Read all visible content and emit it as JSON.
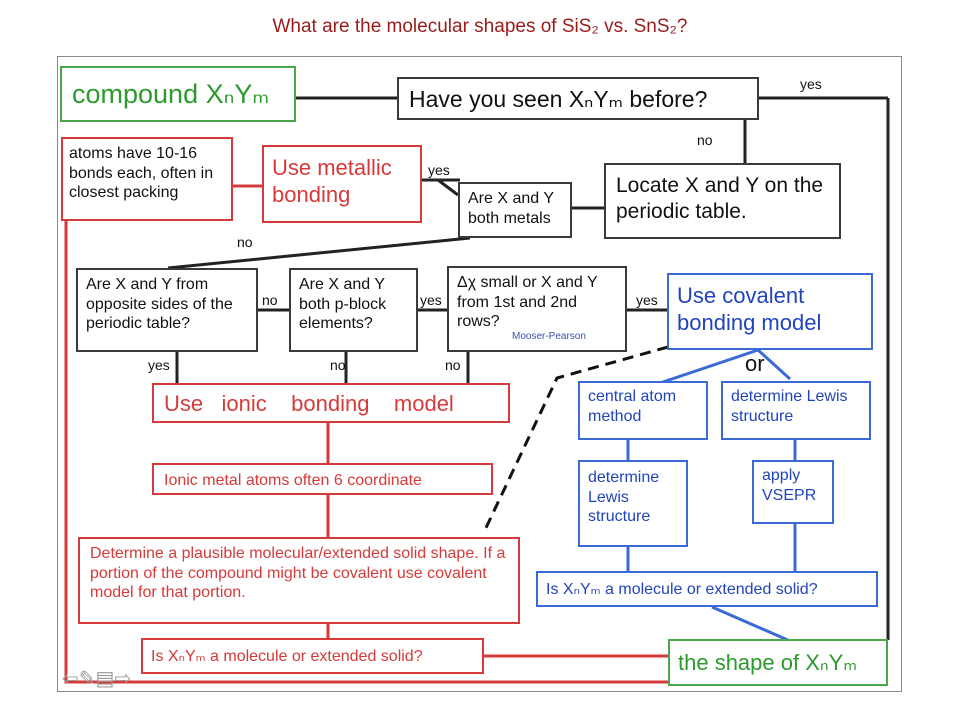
{
  "title": "What are the molecular shapes of SiS₂ vs. SnS₂?",
  "boxes": {
    "compound": "compound XₙYₘ",
    "seen_before": "Have you seen XₙYₘ before?",
    "atoms_bonds": "atoms have 10-16 bonds each, often in closest packing",
    "metallic": "Use metallic bonding",
    "both_metals": "Are X and Y both metals",
    "locate": "Locate X and Y on the periodic table.",
    "opposite_sides": "Are X and Y  from opposite sides of the periodic table?",
    "p_block": "Are X and Y both p-block elements?",
    "delta_chi": "Δχ small or X and Y from 1st and 2nd rows?",
    "covalent": "Use   covalent bonding  model",
    "ionic": "Use   ionic    bonding    model",
    "six_coord": "Ionic metal atoms often 6 coordinate",
    "central_atom": "central atom method",
    "lewis_right": "determine Lewis structure",
    "lewis_left": "determine Lewis structure",
    "vsepr": "apply VSEPR",
    "plausible": "Determine a plausible molecular/extended solid shape. If a portion of the compound might be covalent use covalent model for that portion.",
    "mol_or_solid_blue": "Is XₙYₘ a molecule or extended solid?",
    "mol_or_solid_red": "Is XₙYₘ a molecule or extended solid?",
    "shape": "the shape of XₙYₘ"
  },
  "labels": {
    "yes_top": "yes",
    "no_locate": "no",
    "yes_metallic": "yes",
    "no_metals": "no",
    "no_opposite": "no",
    "yes_pblock": "yes",
    "yes_delta": "yes",
    "yes_ionic": "yes",
    "no_pblock": "no",
    "no_delta": "no",
    "or": "or",
    "mooser": "Mooser-Pearson"
  },
  "colors": {
    "red": "#d63a3a",
    "blue": "#3a6ad6",
    "green": "#4aa84a",
    "dark": "#222222",
    "title": "#9b1b1b"
  },
  "icons": [
    "nav-back-icon",
    "pen-icon",
    "menu-icon",
    "nav-forward-icon"
  ]
}
